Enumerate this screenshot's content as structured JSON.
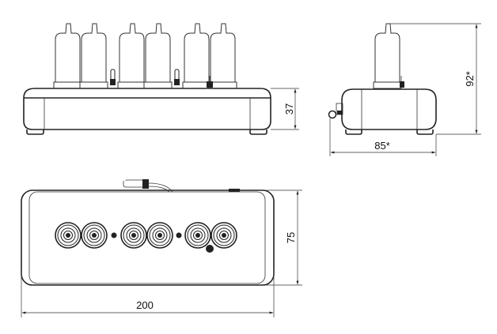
{
  "dimensions": {
    "front_height": "37",
    "side_height": "92*",
    "side_width": "85*",
    "top_depth": "75",
    "top_width": "200"
  },
  "colors": {
    "line": "#222222",
    "background": "#ffffff"
  }
}
